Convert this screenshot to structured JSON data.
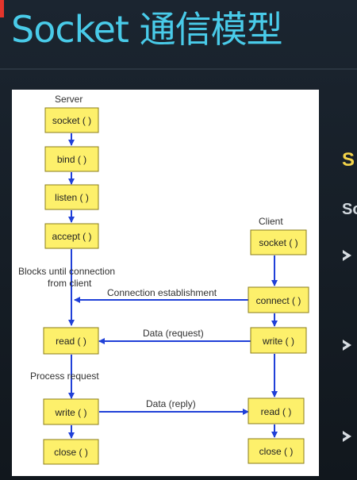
{
  "slide": {
    "title": "Socket 通信模型",
    "side_letters": [
      "S",
      "So"
    ]
  },
  "diagram": {
    "server_label": "Server",
    "client_label": "Client",
    "server_steps": [
      "socket ( )",
      "bind ( )",
      "listen ( )",
      "accept ( )",
      "read ( )",
      "write ( )",
      "close ( )"
    ],
    "client_steps": [
      "socket ( )",
      "connect ( )",
      "write ( )",
      "read ( )",
      "close ( )"
    ],
    "notes": {
      "blocks": [
        "Blocks until connection",
        "from client"
      ],
      "process": "Process request"
    },
    "messages": {
      "connection": "Connection establishment",
      "request": "Data (request)",
      "reply": "Data (reply)"
    },
    "colors": {
      "box_fill": "#fdf06b",
      "box_border": "#8a7d1a",
      "arrow": "#2040d8",
      "panel": "#ffffff",
      "title": "#49cbe9"
    }
  }
}
